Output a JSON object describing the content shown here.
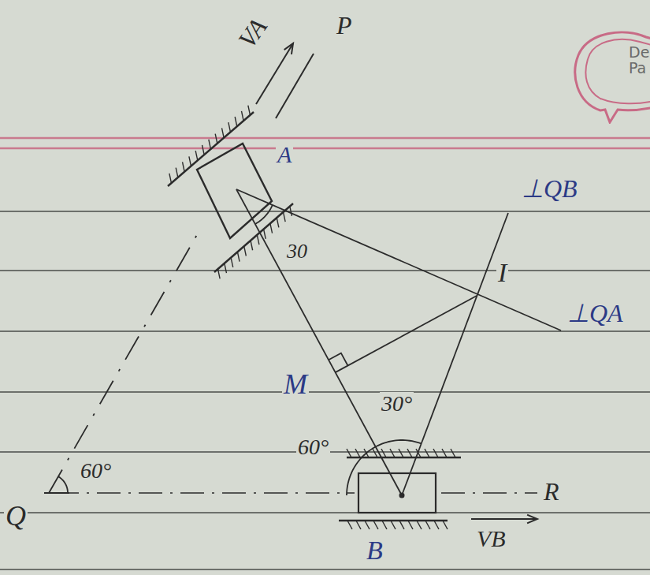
{
  "diagram": {
    "nodes": [
      {
        "text": [
          "De Pa"
        ]
      }
    ],
    "labels": [
      "VA",
      "P",
      "A",
      "30",
      "⊥QB",
      "I",
      "⊥QA",
      "M",
      "30°",
      "60°",
      "60°",
      "Q",
      "R",
      "B",
      "VB"
    ]
  }
}
